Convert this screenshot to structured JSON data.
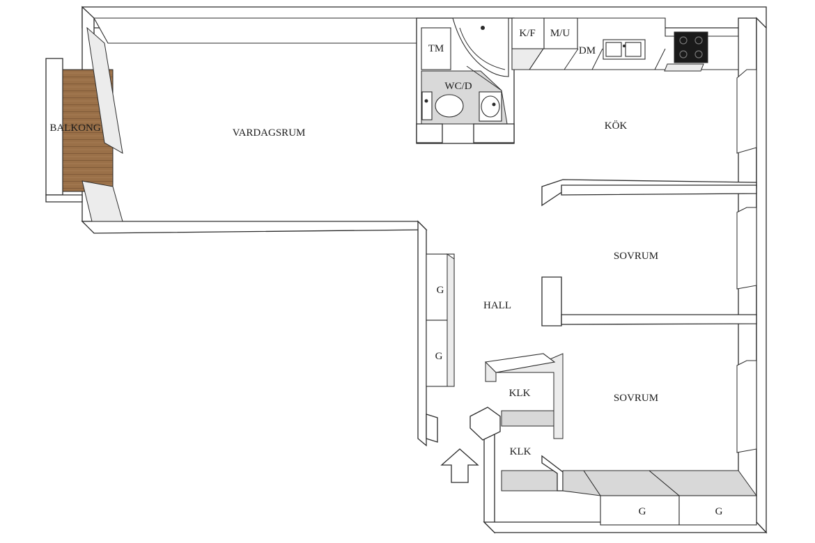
{
  "rooms": {
    "balkong": "BALKONG",
    "vardagsrum": "VARDAGSRUM",
    "tm": "TM",
    "wc_d": "WC/D",
    "kf": "K/F",
    "mu": "M/U",
    "dm": "DM",
    "kok": "KÖK",
    "sovrum_1": "SOVRUM",
    "sovrum_2": "SOVRUM",
    "hall": "HALL",
    "garderob_1": "G",
    "garderob_2": "G",
    "garderob_3": "G",
    "garderob_4": "G",
    "klk_1": "KLK",
    "klk_2": "KLK"
  },
  "icons": {
    "entrance": "entrance-arrow-icon",
    "stove": "stove-icon",
    "sink": "kitchen-sink-icon",
    "toilet": "toilet-icon",
    "basin": "wash-basin-icon",
    "shower": "shower-icon"
  },
  "colors": {
    "balcony_deck": "#9a7048",
    "wall_top": "#ffffff",
    "wall_face": "#d8d8d8",
    "bathroom_floor": "#d9d9d9",
    "stove": "#1a1a1a"
  }
}
